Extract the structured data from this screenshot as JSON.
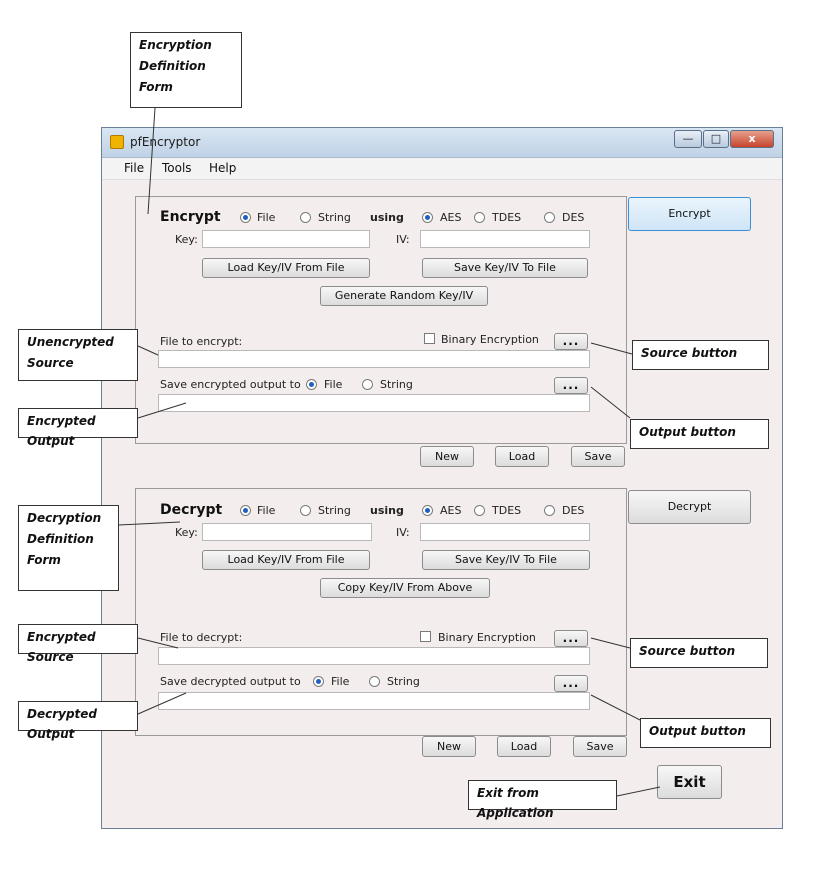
{
  "window": {
    "title": "pfEncryptor",
    "controls": {
      "minimize": "—",
      "maximize": "□",
      "close": "x"
    }
  },
  "menu": [
    "File",
    "Tools",
    "Help"
  ],
  "encrypt": {
    "title": "Encrypt",
    "source_file": "File",
    "source_string": "String",
    "using": "using",
    "algos": [
      "AES",
      "TDES",
      "DES"
    ],
    "key_label": "Key:",
    "iv_label": "IV:",
    "load_btn": "Load Key/IV From File",
    "save_btn": "Save Key/IV To File",
    "gen_btn": "Generate Random Key/IV",
    "file_label": "File to encrypt:",
    "binary": "Binary Encryption",
    "output_label": "Save encrypted output to",
    "out_file": "File",
    "out_string": "String",
    "dots": "...",
    "action_btn": "Encrypt"
  },
  "decrypt": {
    "title": "Decrypt",
    "source_file": "File",
    "source_string": "String",
    "using": "using",
    "algos": [
      "AES",
      "TDES",
      "DES"
    ],
    "key_label": "Key:",
    "iv_label": "IV:",
    "load_btn": "Load Key/IV From File",
    "save_btn": "Save Key/IV To File",
    "copy_btn": "Copy Key/IV From Above",
    "file_label": "File to decrypt:",
    "binary": "Binary Encryption",
    "output_label": "Save decrypted output to",
    "out_file": "File",
    "out_string": "String",
    "dots": "...",
    "action_btn": "Decrypt"
  },
  "common_buttons": {
    "new": "New",
    "load": "Load",
    "save": "Save"
  },
  "exit_btn": "Exit",
  "callouts": {
    "enc_form": "Encryption Definition Form",
    "unencrypted_source": "Unencrypted Source",
    "encrypted_output": "Encrypted Output",
    "enc_source_button": "Source button",
    "enc_output_button": "Output button",
    "dec_form": "Decryption Definition Form",
    "encrypted_source": "Encrypted Source",
    "decrypted_output": "Decrypted Output",
    "dec_source_button": "Source button",
    "dec_output_button": "Output button",
    "exit": "Exit from Application"
  }
}
